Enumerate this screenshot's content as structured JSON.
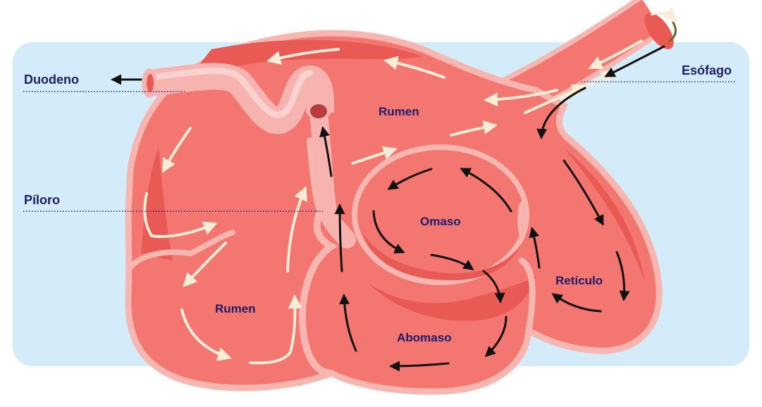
{
  "labels": {
    "duodeno": "Duodeno",
    "esofago": "Esófago",
    "piloro": "Píloro",
    "rumen_top": "Rumen",
    "rumen_bottom": "Rumen",
    "omaso": "Omaso",
    "reticulo": "Retículo",
    "abomaso": "Abomaso"
  },
  "colors": {
    "panel": "#d4ecf9",
    "outline": "#f7b7b0",
    "body": "#f47671",
    "body_dark": "#ea5a55",
    "tube": "#f7b3b0",
    "tube_highlight": "#fbd2cf",
    "arrow_light": "#fbecd5",
    "arrow_dark": "#111111",
    "label": "#1f1d6b",
    "leader": "#1f1d6b"
  }
}
